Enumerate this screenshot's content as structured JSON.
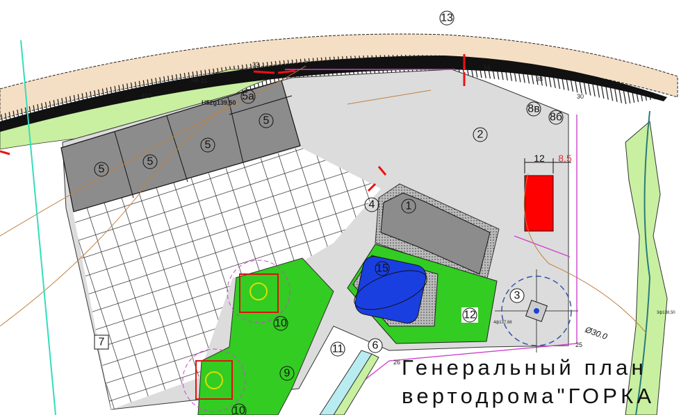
{
  "title": {
    "line1": "Генеральный план",
    "line2": "вертодрома\"ГОРКА"
  },
  "colors": {
    "paving": "#dcdcdc",
    "building": "#8c8c8c",
    "lawn": "#33cc22",
    "light_green": "#c8f0a0",
    "water": "#1a3fe0",
    "helipad": "#ff0000",
    "road": "#111111",
    "verge": "#f5dfc4",
    "boundary": "#cc44cc",
    "contour": "#c08040",
    "axis": "#33ddbb"
  },
  "zones": {
    "z13": "13",
    "z5a": "5а",
    "z5_1": "5",
    "z5_2": "5",
    "z5_3": "5",
    "z5_4": "5",
    "z2": "2",
    "z8v": "8в",
    "z8b": "8б",
    "z1": "1",
    "z4": "4",
    "z15": "15",
    "z12": "12",
    "z3": "3",
    "z10a": "10",
    "z10b": "10",
    "z9": "9",
    "z7": "7",
    "z11": "11",
    "z6": "6"
  },
  "dimensions": {
    "pad_width": "12",
    "pad_offset": "8,5",
    "circle_diameter": "Ø30.0"
  },
  "points": {
    "p25": "25",
    "p26": "26",
    "p30": "30",
    "p33": "33",
    "p34": "34",
    "p38": "38",
    "p410": "410",
    "h6": "Н6 11",
    "h52": "Н52g139,50",
    "e1": "4ф137,68",
    "e2": "3ф138,50"
  }
}
